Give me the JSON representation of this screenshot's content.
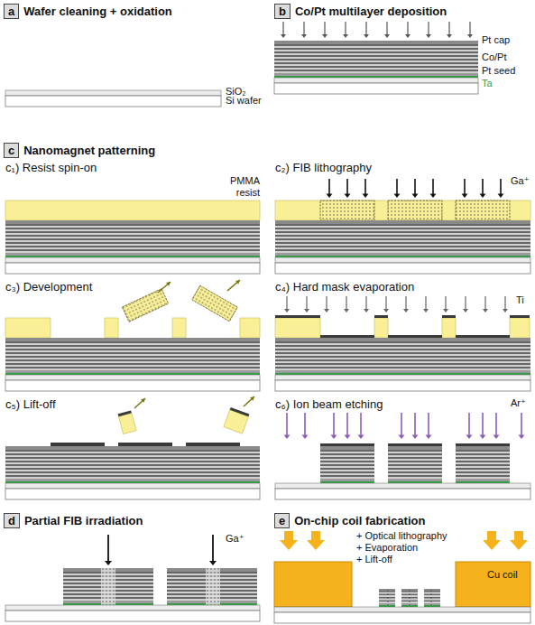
{
  "diagram": {
    "nodes": [
      {
        "text": [
          "a",
          "Wafer cleaning + oxidation"
        ]
      },
      {
        "text": [
          "b",
          "Co/Pt multilayer deposition"
        ]
      },
      {
        "text": [
          "c",
          "Nanomagnet patterning"
        ]
      },
      {
        "text": [
          "d",
          "Partial FIB irradiation"
        ]
      },
      {
        "text": [
          "e",
          "On-chip coil fabrication"
        ]
      }
    ],
    "labels": [
      "SiO₂",
      "Si wafer",
      "Pt cap",
      "Co/Pt",
      "Pt seed",
      "Ta",
      "c₁) Resist spin-on",
      "PMMA resist",
      "c₂) FIB lithography",
      "Ga⁺",
      "c₃) Development",
      "c₄) Hard mask evaporation",
      "Ti",
      "c₅) Lift-off",
      "c₆) Ion beam etching",
      "Ar⁺",
      "Ga⁺",
      "+ Optical lithography",
      "+ Evaporation",
      "+ Lift-off",
      "Cu coil"
    ]
  }
}
